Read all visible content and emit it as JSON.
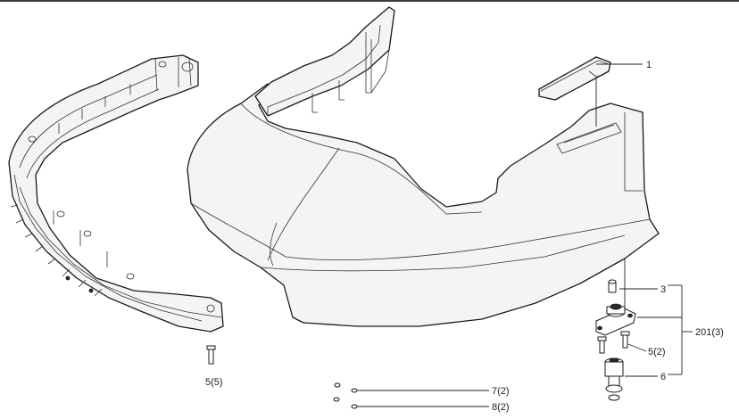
{
  "callouts": {
    "c1": "1",
    "c3": "3",
    "c5_2": "5(2)",
    "c5_5": "5(5)",
    "c6": "6",
    "c7": "7(2)",
    "c8": "8(2)",
    "c201": "201(3)"
  },
  "colors": {
    "line": "#1a1a1a",
    "fill": "#f4f4f4",
    "background": "#ffffff"
  }
}
